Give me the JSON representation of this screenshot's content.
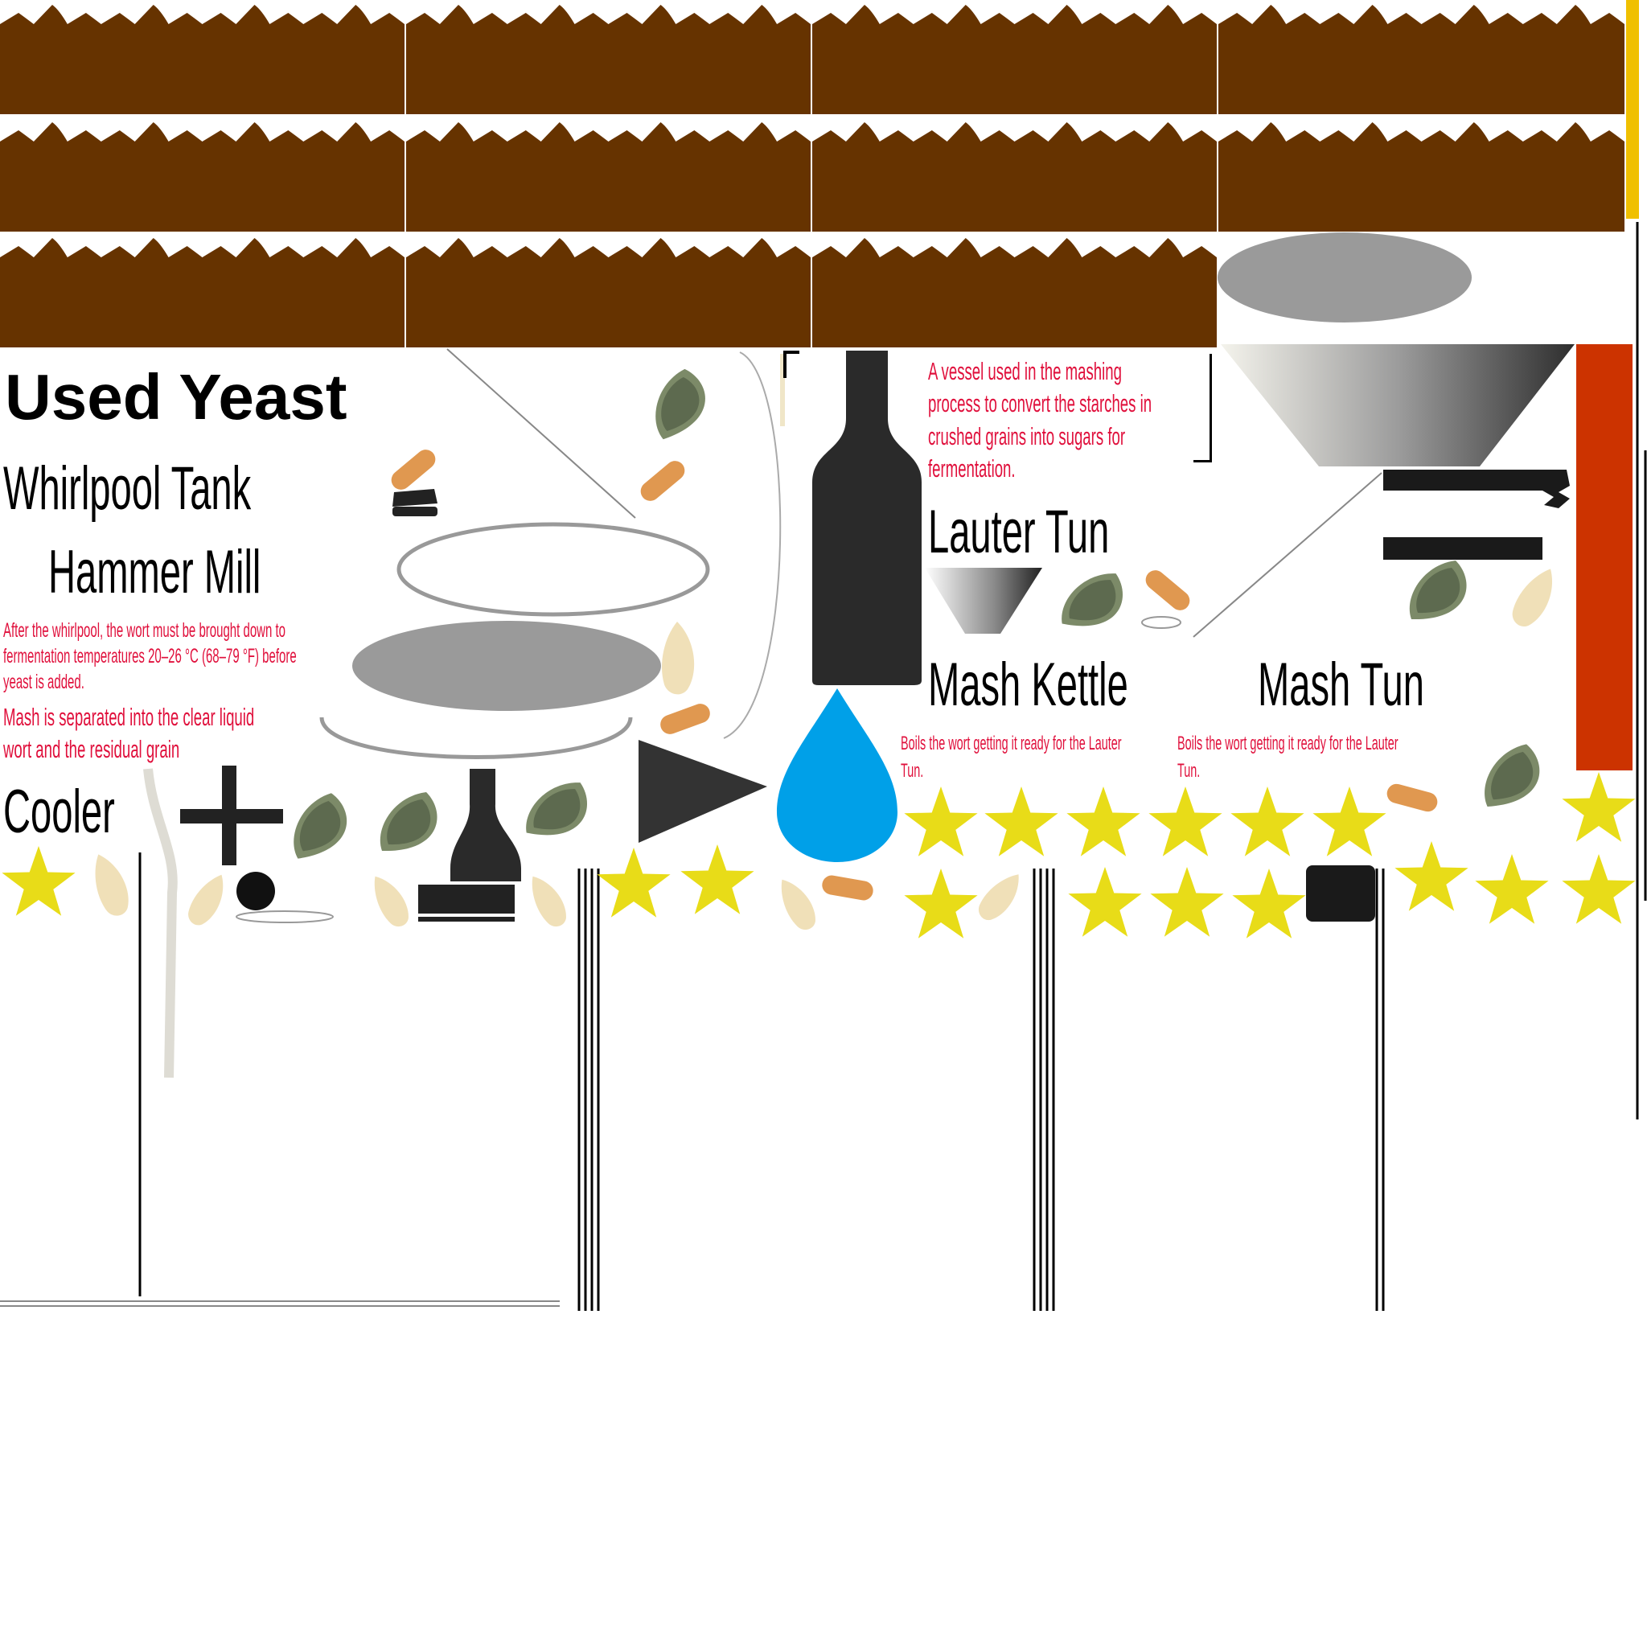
{
  "labels": {
    "used_yeast": "Used Yeast",
    "whirlpool_tank": "Whirlpool Tank",
    "hammer_mill": "Hammer Mill",
    "cooler": "Cooler",
    "lauter_tun": "Lauter Tun",
    "mash_kettle": "Mash Kettle",
    "mash_tun": "Mash Tun"
  },
  "descriptions": {
    "whirlpool_cooling_line1": "After the whirlpool, the wort must be brought down to",
    "whirlpool_cooling_line2": "fermentation temperatures 20–26 °C (68–79 °F) before",
    "whirlpool_cooling_line3": "yeast is added.",
    "mash_separated_line1": "Mash is separated into the clear liquid",
    "mash_separated_line2": "wort and the residual grain",
    "mashing_vessel_line1": "A vessel used in the mashing",
    "mashing_vessel_line2": "process to convert the starches in",
    "mashing_vessel_line3": "crushed grains into sugars for",
    "mashing_vessel_line4": "fermentation.",
    "kettle_boil_line1": "Boils the wort getting it ready for the Lauter",
    "kettle_boil_line2": "Tun.",
    "tun_boil_line1": "Boils the wort getting it ready for the Lauter",
    "tun_boil_line2": "Tun."
  },
  "colors": {
    "soil_brown": "#663300",
    "label_red": "#e0103c",
    "leaf_green": "#5d6a4f",
    "leaf_rim": "#7c8a68",
    "grain_orange": "#e09850",
    "grain_cream": "#f0e0b8",
    "star_yellow": "#e8dc18",
    "water_blue": "#00a0e8",
    "dark_grey": "#2a2a2a",
    "mid_grey": "#9a9a9a",
    "panel_red": "#cc3300",
    "strip_yellow": "#f0c000"
  },
  "icons": {
    "drop": "water-drop-icon",
    "bottle": "bottle-icon",
    "star": "star-icon",
    "plus": "plus-icon",
    "play": "play-triangle-icon"
  }
}
